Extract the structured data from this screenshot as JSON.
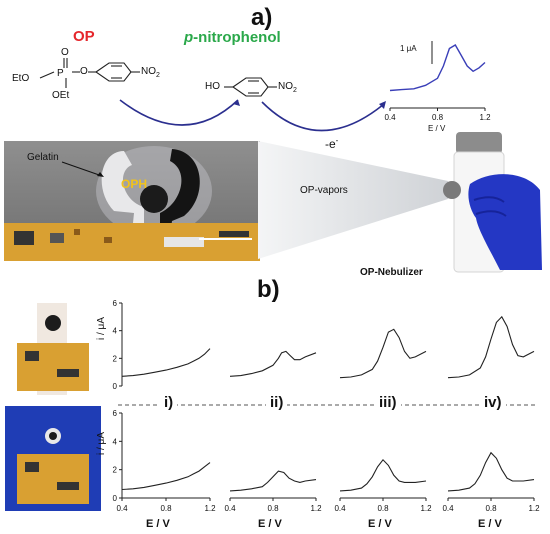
{
  "panel_a": {
    "label": "a)",
    "op_label": "OP",
    "pnp_label_italic": "p",
    "pnp_label_rest": "-nitrophenol",
    "op_structure": {
      "eto1": "EtO",
      "p": "P",
      "o_top": "O",
      "o_link": "O",
      "oet": "OEt",
      "no2": "NO",
      "no2_sub": "2"
    },
    "pnp_structure": {
      "ho": "HO",
      "no2": "NO",
      "no2_sub": "2"
    },
    "electron_label": "-e",
    "electron_sup": "-",
    "inset_scale": "1 μA",
    "inset_xlabel": "E / V",
    "inset_ticks": [
      "0.4",
      "0.8",
      "1.2"
    ],
    "gelatin_label": "Gelatin",
    "oph_label": "OPH",
    "vapors_label": "OP-vapors",
    "nebulizer_label": "OP-Nebulizer"
  },
  "panel_b": {
    "label": "b)",
    "conditions": [
      "i)",
      "ii)",
      "iii)",
      "iv)"
    ],
    "ylabel": "i / μA",
    "xlabel": "E / V",
    "yticks": [
      "0",
      "2",
      "4",
      "6"
    ],
    "xticks": [
      "0.4",
      "0.8",
      "1.2"
    ]
  },
  "colors": {
    "op": "#e5262b",
    "pnp": "#2aa84a",
    "arrow": "#2b2f8f",
    "curve_blue": "#3a3fb8",
    "board": "#d9a032",
    "glove": "#2437c4"
  },
  "chart_data": [
    {
      "type": "line",
      "title": "",
      "xlabel": "E / V",
      "ylabel": "",
      "xlim": [
        0.4,
        1.2
      ],
      "series": [
        {
          "x": [
            0.4,
            0.5,
            0.6,
            0.7,
            0.8,
            0.85,
            0.9,
            0.95,
            1.0,
            1.05,
            1.1,
            1.15,
            1.2
          ],
          "y": [
            1.0,
            1.05,
            1.1,
            1.3,
            1.7,
            2.4,
            3.4,
            3.6,
            3.0,
            2.4,
            2.1,
            2.3,
            2.6
          ]
        }
      ]
    },
    {
      "type": "line",
      "xlabel": "E / V",
      "ylabel": "i / μA",
      "xlim": [
        0.4,
        1.2
      ],
      "ylim": [
        0,
        6
      ],
      "series": [
        {
          "x": [
            0.4,
            0.5,
            0.6,
            0.7,
            0.8,
            0.9,
            1.0,
            1.05,
            1.1,
            1.15,
            1.2
          ],
          "y": [
            0.7,
            0.75,
            0.85,
            1.0,
            1.15,
            1.35,
            1.6,
            1.8,
            2.0,
            2.3,
            2.7
          ]
        }
      ]
    },
    {
      "type": "line",
      "xlabel": "E / V",
      "ylabel": "",
      "xlim": [
        0.4,
        1.2
      ],
      "ylim": [
        0,
        6
      ],
      "series": [
        {
          "x": [
            0.4,
            0.5,
            0.6,
            0.7,
            0.8,
            0.85,
            0.88,
            0.92,
            0.96,
            1.0,
            1.05,
            1.1,
            1.2
          ],
          "y": [
            0.7,
            0.75,
            0.9,
            1.1,
            1.5,
            2.0,
            2.4,
            2.5,
            2.2,
            1.9,
            1.9,
            2.1,
            2.4
          ]
        }
      ]
    },
    {
      "type": "line",
      "xlabel": "E / V",
      "ylabel": "",
      "xlim": [
        0.4,
        1.2
      ],
      "ylim": [
        0,
        6
      ],
      "series": [
        {
          "x": [
            0.4,
            0.5,
            0.6,
            0.7,
            0.75,
            0.8,
            0.85,
            0.9,
            0.95,
            1.0,
            1.05,
            1.1,
            1.2
          ],
          "y": [
            0.6,
            0.65,
            0.8,
            1.2,
            1.8,
            2.8,
            3.9,
            4.1,
            3.5,
            2.5,
            2.0,
            2.1,
            2.5
          ]
        }
      ]
    },
    {
      "type": "line",
      "xlabel": "E / V",
      "ylabel": "",
      "xlim": [
        0.4,
        1.2
      ],
      "ylim": [
        0,
        6
      ],
      "series": [
        {
          "x": [
            0.4,
            0.5,
            0.6,
            0.7,
            0.75,
            0.8,
            0.85,
            0.9,
            0.95,
            1.0,
            1.05,
            1.1,
            1.2
          ],
          "y": [
            0.6,
            0.65,
            0.8,
            1.3,
            2.1,
            3.4,
            4.6,
            5.0,
            4.3,
            3.0,
            2.2,
            2.1,
            2.5
          ]
        }
      ]
    },
    {
      "type": "line",
      "xlabel": "E / V",
      "ylabel": "i / μA",
      "xlim": [
        0.4,
        1.2
      ],
      "ylim": [
        0,
        6
      ],
      "series": [
        {
          "x": [
            0.4,
            0.5,
            0.6,
            0.7,
            0.8,
            0.9,
            1.0,
            1.05,
            1.1,
            1.15,
            1.2
          ],
          "y": [
            0.6,
            0.65,
            0.75,
            0.9,
            1.05,
            1.25,
            1.5,
            1.7,
            1.9,
            2.2,
            2.5
          ]
        }
      ]
    },
    {
      "type": "line",
      "xlabel": "E / V",
      "ylabel": "",
      "xlim": [
        0.4,
        1.2
      ],
      "ylim": [
        0,
        6
      ],
      "series": [
        {
          "x": [
            0.4,
            0.5,
            0.6,
            0.7,
            0.75,
            0.8,
            0.85,
            0.9,
            0.95,
            1.0,
            1.05,
            1.1,
            1.2
          ],
          "y": [
            0.5,
            0.55,
            0.65,
            0.8,
            1.1,
            1.5,
            1.9,
            1.8,
            1.4,
            1.2,
            1.1,
            1.2,
            1.3
          ]
        }
      ]
    },
    {
      "type": "line",
      "xlabel": "E / V",
      "ylabel": "",
      "xlim": [
        0.4,
        1.2
      ],
      "ylim": [
        0,
        6
      ],
      "series": [
        {
          "x": [
            0.4,
            0.5,
            0.6,
            0.65,
            0.7,
            0.75,
            0.8,
            0.85,
            0.9,
            0.95,
            1.0,
            1.1,
            1.2
          ],
          "y": [
            0.5,
            0.55,
            0.7,
            1.0,
            1.5,
            2.2,
            2.7,
            2.3,
            1.6,
            1.2,
            1.1,
            1.1,
            1.2
          ]
        }
      ]
    },
    {
      "type": "line",
      "xlabel": "E / V",
      "ylabel": "",
      "xlim": [
        0.4,
        1.2
      ],
      "ylim": [
        0,
        6
      ],
      "series": [
        {
          "x": [
            0.4,
            0.5,
            0.6,
            0.65,
            0.7,
            0.75,
            0.8,
            0.85,
            0.9,
            0.95,
            1.0,
            1.1,
            1.2
          ],
          "y": [
            0.5,
            0.55,
            0.7,
            1.0,
            1.6,
            2.5,
            3.2,
            2.8,
            2.0,
            1.4,
            1.2,
            1.2,
            1.3
          ]
        }
      ]
    }
  ]
}
